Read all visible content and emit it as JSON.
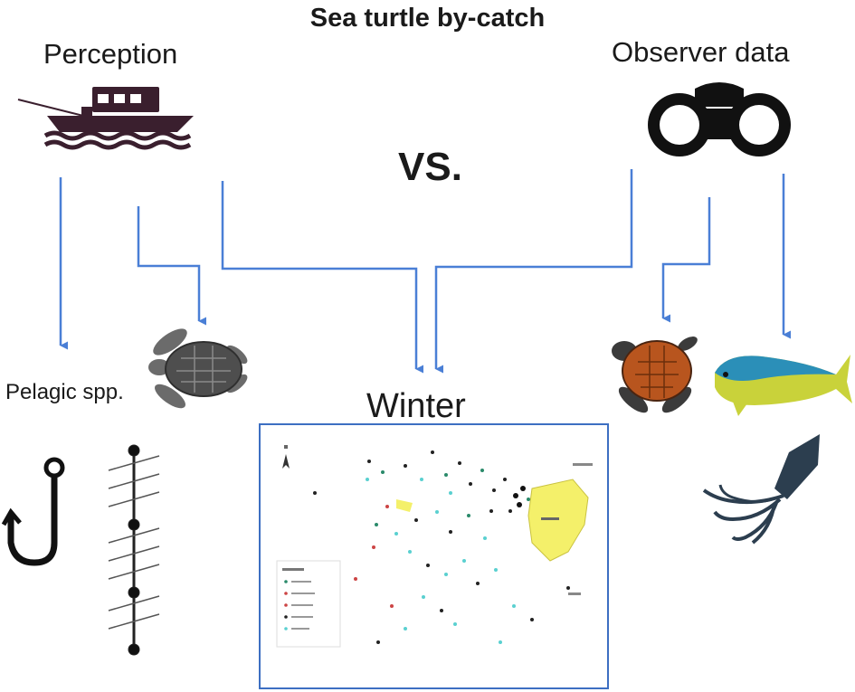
{
  "diagram": {
    "title": "Sea turtle by-catch",
    "left_source": "Perception",
    "right_source": "Observer data",
    "comparison": "VS.",
    "pelagic_label": "Pelagic spp.",
    "season": "Winter"
  },
  "colors": {
    "arrow": "#4a7fd6",
    "icon_dark": "#3a1f2e",
    "map_land": "#f4f06a",
    "map_frame": "#3d6fc2"
  },
  "icons": [
    "fishing-boat-icon",
    "binoculars-icon",
    "green-turtle-icon",
    "loggerhead-turtle-icon",
    "mahi-mahi-icon",
    "squid-icon",
    "fish-hook-icon",
    "longline-icon"
  ]
}
